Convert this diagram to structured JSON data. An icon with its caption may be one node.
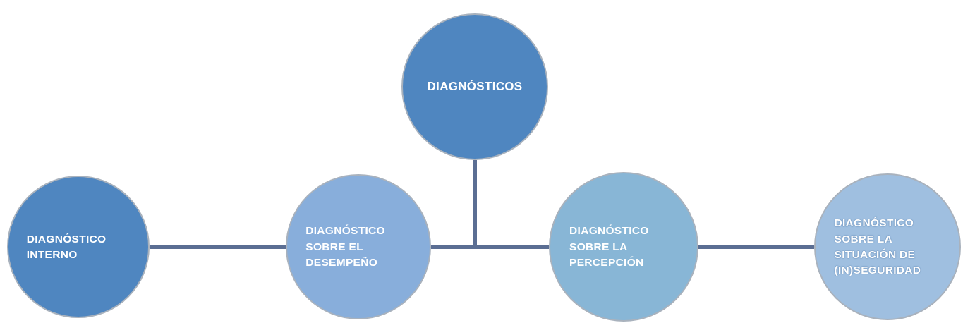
{
  "diagram": {
    "nodes": [
      {
        "text": [
          "DIAGNÓSTICOS"
        ]
      },
      {
        "text": [
          "DIAGNÓSTICO INTERNO"
        ]
      },
      {
        "text": [
          "DIAGNÓSTICO SOBRE EL DESEMPEÑO"
        ]
      },
      {
        "text": [
          "DIAGNÓSTICO SOBRE LA PERCEPCIÓN"
        ]
      },
      {
        "text": [
          "DIAGNÓSTICO SOBRE LA SITUACIÓN DE (IN)SEGURIDAD"
        ]
      }
    ],
    "edges": [
      {
        "from": 1,
        "to": 2,
        "arrow": "none"
      },
      {
        "from": 0,
        "to": 2,
        "arrow": "none"
      },
      {
        "from": 0,
        "to": 3,
        "arrow": "none"
      },
      {
        "from": 3,
        "to": 4,
        "arrow": "none"
      }
    ]
  }
}
